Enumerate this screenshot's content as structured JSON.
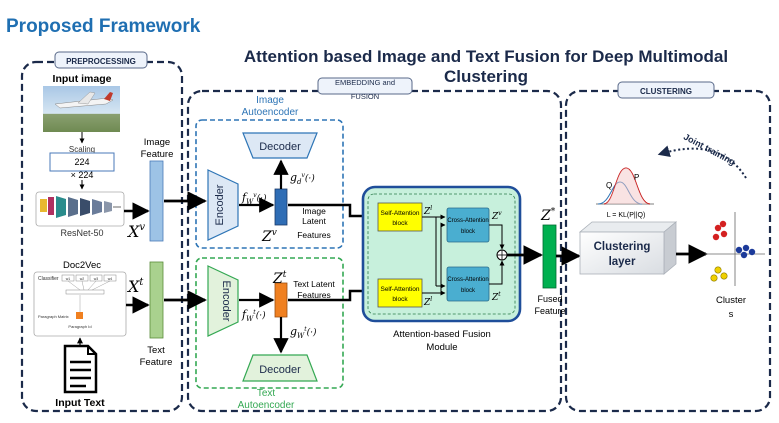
{
  "header": {
    "framework_title": "Proposed Framework",
    "main_title_line1": "Attention based Image and Text Fusion for Deep Multimodal",
    "main_title_line2": "Clustering"
  },
  "panels": {
    "preprocessing": "PREPROCESSING",
    "embedding_line1": "EMBEDDING and",
    "embedding_line2": "FUSION",
    "clustering": "CLUSTERING"
  },
  "preprocessing": {
    "input_image": "Input image",
    "scaling": "Scaling",
    "size_line1": "224",
    "size_line2": "× 224",
    "resnet": "ResNet-50",
    "doc2vec": "Doc2Vec",
    "input_text": "Input Text",
    "image_feature_line1": "Image",
    "image_feature_line2": "Feature",
    "text_feature_line1": "Text",
    "text_feature_line2": "Feature",
    "xv_base": "X",
    "xv_sup": "v",
    "xt_base": "X",
    "xt_sup": "t",
    "doc_classifier": "Classifier",
    "doc_words": [
      "w1",
      "w2",
      "w3",
      "w4"
    ],
    "doc_paragraph_matrix": "Paragraph Matrix",
    "doc_paragraph_id": "Paragraph Id"
  },
  "embedding": {
    "image_ae_line1": "Image",
    "image_ae_line2": "Autoencoder",
    "text_ae_line1": "Text",
    "text_ae_line2": "Autoencoder",
    "decoder": "Decoder",
    "encoder": "Encoder",
    "f_v": "f",
    "f_v_sub": "W",
    "f_v_sup": "v",
    "f_v_arg": "(·)",
    "g_v": "g",
    "g_v_sub": "d",
    "g_v_sup": "v",
    "g_v_arg": "(·)",
    "f_t": "f",
    "f_t_sub": "W",
    "f_t_sup": "t",
    "f_t_arg": "(·)",
    "g_t": "g",
    "g_t_sub": "W",
    "g_t_sup": "t",
    "g_t_arg": "(·)",
    "zv_base": "Z",
    "zv_sup": "v",
    "image_latent_line1": "Image",
    "image_latent_line2": "Latent",
    "image_latent_line3": "Features",
    "zt_base": "Z",
    "zt_sup": "t",
    "text_latent_line1": "Text Latent",
    "text_latent_line2": "Features",
    "self_attention_line1": "Self-Attention",
    "self_attention_line2": "block",
    "cross_attention_line1": "Cross-Attention",
    "cross_attention_line2": "block",
    "zl_top": "Z",
    "zl_top_sup": "l",
    "zl_bot": "Z",
    "zl_bot_sup": "l",
    "zv_cross": "Z",
    "zv_cross_sup": "v",
    "zt_cross": "Z",
    "zt_cross_sup": "t",
    "fusion_label_line1": "Attention-based Fusion",
    "fusion_label_line2": "Module",
    "zstar_base": "Z",
    "zstar_sup": "*",
    "fused_line1": "Fused",
    "fused_line2": "Feature"
  },
  "clustering": {
    "joint_training": "Joint training",
    "q_label": "Q",
    "p_label": "P",
    "loss": "L = KL(P||Q)",
    "layer_line1": "Clustering",
    "layer_line2": "layer",
    "clusters_line1": "Cluster",
    "clusters_line2": "s"
  },
  "colors": {
    "title_blue": "#1f6fb2",
    "panel_border": "#1b2a4a",
    "feature_blue": "#9dc3e6",
    "feature_green": "#a9d18e",
    "autoencoder_blue": "#2e75b6",
    "autoencoder_green": "#34a853",
    "fused_green": "#00b050",
    "latent_blue": "#2f6db5",
    "latent_orange": "#f08020",
    "fusion_bg": "#c7f0dc",
    "fusion_border": "#1f4e9a",
    "self_attention": "#ffff00",
    "cross_attention": "#4aaed0"
  }
}
